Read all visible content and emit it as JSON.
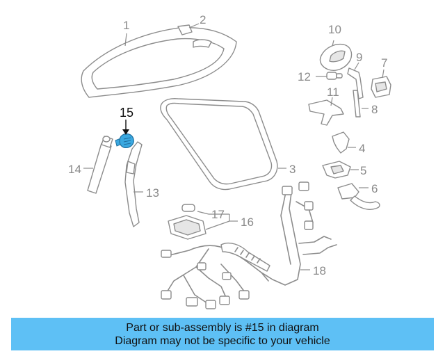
{
  "diagram": {
    "callouts": {
      "c1": "1",
      "c2": "2",
      "c3": "3",
      "c4": "4",
      "c5": "5",
      "c6": "6",
      "c7": "7",
      "c8": "8",
      "c9": "9",
      "c10": "10",
      "c11": "11",
      "c12": "12",
      "c13": "13",
      "c14": "14",
      "c15": "15",
      "c16": "16",
      "c17": "17",
      "c18": "18"
    },
    "highlight_color": "#3aa8e0"
  },
  "banner": {
    "line1": "Part or sub-assembly is #15 in diagram",
    "line2": "Diagram may not be specific to your vehicle",
    "background": "#5ec0f5"
  }
}
